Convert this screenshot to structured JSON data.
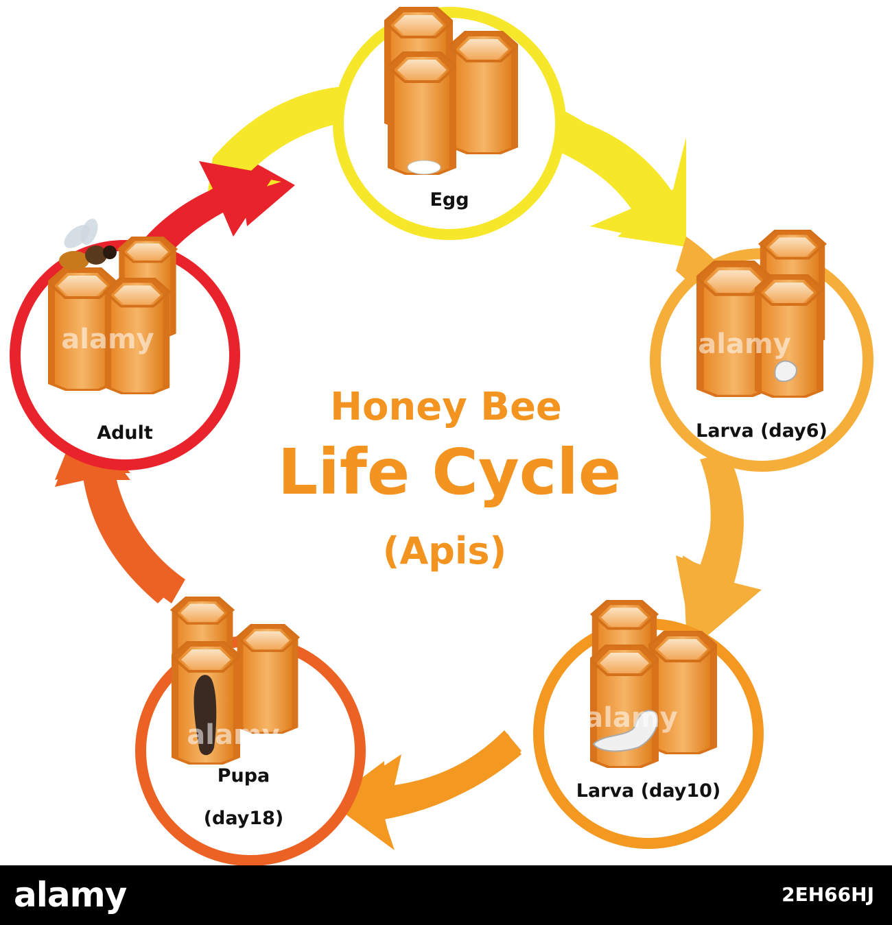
{
  "title": {
    "line1": "Honey Bee",
    "line2": "Life Cycle",
    "line3": "(Apis)"
  },
  "stages": [
    {
      "key": "egg",
      "label": "Egg",
      "color": "#f7e72a",
      "content": "egg"
    },
    {
      "key": "larva6",
      "label": "Larva (day6)",
      "color": "#f6ae3a",
      "content": "larva-small"
    },
    {
      "key": "larva10",
      "label": "Larva (day10)",
      "color": "#f39821",
      "content": "larva-large"
    },
    {
      "key": "pupa",
      "label_line1": "Pupa",
      "label_line2": "(day18)",
      "color": "#ec6224",
      "content": "pupa"
    },
    {
      "key": "adult",
      "label": "Adult",
      "color": "#e9232b",
      "content": "bee"
    }
  ],
  "colors": {
    "yellow": "#f7e72a",
    "light_orange": "#f6ae3a",
    "orange": "#f39821",
    "dark_orange": "#ec6224",
    "red": "#e9232b",
    "title_orange": "#f39421",
    "honeycomb": "#f0a44a"
  },
  "watermark": {
    "logo": "alamy",
    "image_id": "2EH66HJ"
  }
}
